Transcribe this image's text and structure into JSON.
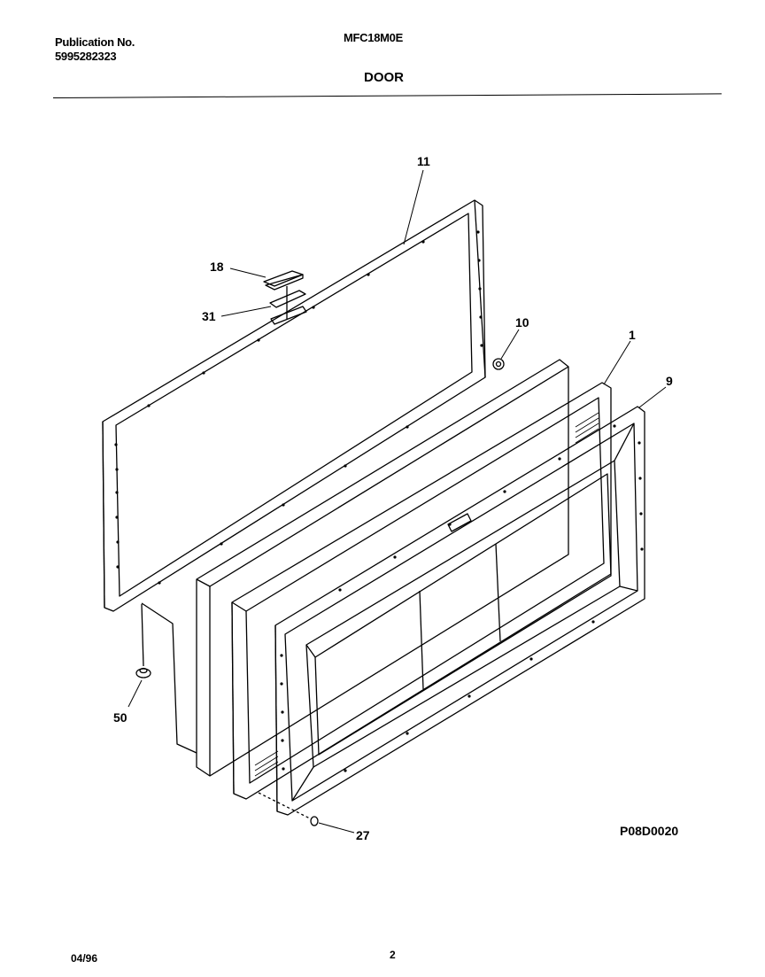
{
  "header": {
    "publication_label": "Publication No.",
    "publication_number": "5995282323",
    "model": "MFC18M0E",
    "section_title": "DOOR"
  },
  "callouts": [
    "11",
    "18",
    "31",
    "10",
    "1",
    "9",
    "50",
    "27"
  ],
  "drawing_ref": "P08D0020",
  "footer": {
    "date": "04/96",
    "page": "2"
  }
}
